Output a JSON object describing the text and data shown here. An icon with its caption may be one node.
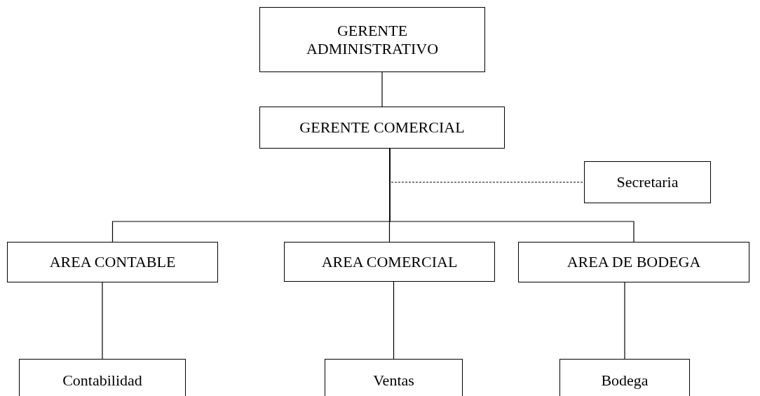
{
  "diagram": {
    "nodes": [
      {
        "text": [
          "GERENTE ADMINISTRATIVO"
        ]
      },
      {
        "text": [
          "GERENTE COMERCIAL"
        ]
      },
      {
        "text": [
          "Secretaria"
        ]
      },
      {
        "text": [
          "AREA CONTABLE"
        ]
      },
      {
        "text": [
          "AREA COMERCIAL"
        ]
      },
      {
        "text": [
          "AREA DE BODEGA"
        ]
      },
      {
        "text": [
          "Contabilidad"
        ]
      },
      {
        "text": [
          "Ventas"
        ]
      },
      {
        "text": [
          "Bodega"
        ]
      }
    ],
    "edges": [
      {
        "from": 0,
        "to": 1,
        "arrow": "none"
      },
      {
        "from": 1,
        "to": 2,
        "arrow": "none",
        "style": "dashed"
      },
      {
        "from": 1,
        "to": 3,
        "arrow": "none"
      },
      {
        "from": 1,
        "to": 4,
        "arrow": "none"
      },
      {
        "from": 1,
        "to": 5,
        "arrow": "none"
      },
      {
        "from": 3,
        "to": 6,
        "arrow": "none"
      },
      {
        "from": 4,
        "to": 7,
        "arrow": "none"
      },
      {
        "from": 5,
        "to": 8,
        "arrow": "none"
      }
    ]
  }
}
